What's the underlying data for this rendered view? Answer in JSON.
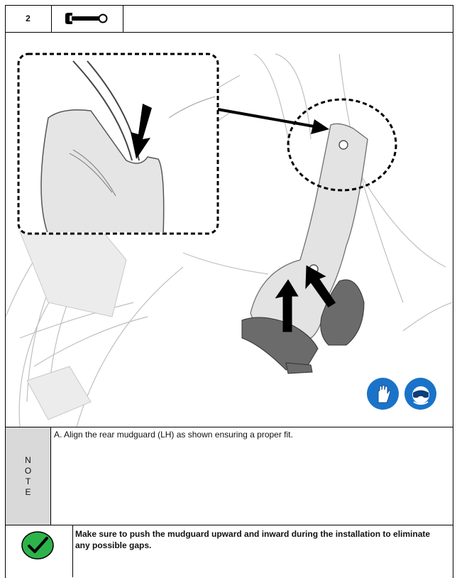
{
  "header": {
    "step_number": "2",
    "tool_icon": "wrench-icon"
  },
  "illustration": {
    "ppe_icons": [
      "gloves-icon",
      "safety-goggles-icon"
    ],
    "ppe_color": "#1a73c8"
  },
  "note": {
    "label_letters": [
      "N",
      "O",
      "T",
      "E"
    ],
    "label_bg": "#d9d9d9",
    "text": "A. Align the rear mudguard (LH) as shown ensuring a proper fit."
  },
  "tip": {
    "icon": "checkmark-icon",
    "icon_color": "#2db34a",
    "text": "Make sure to push the mudguard upward and inward during the installation to eliminate any possible gaps."
  }
}
